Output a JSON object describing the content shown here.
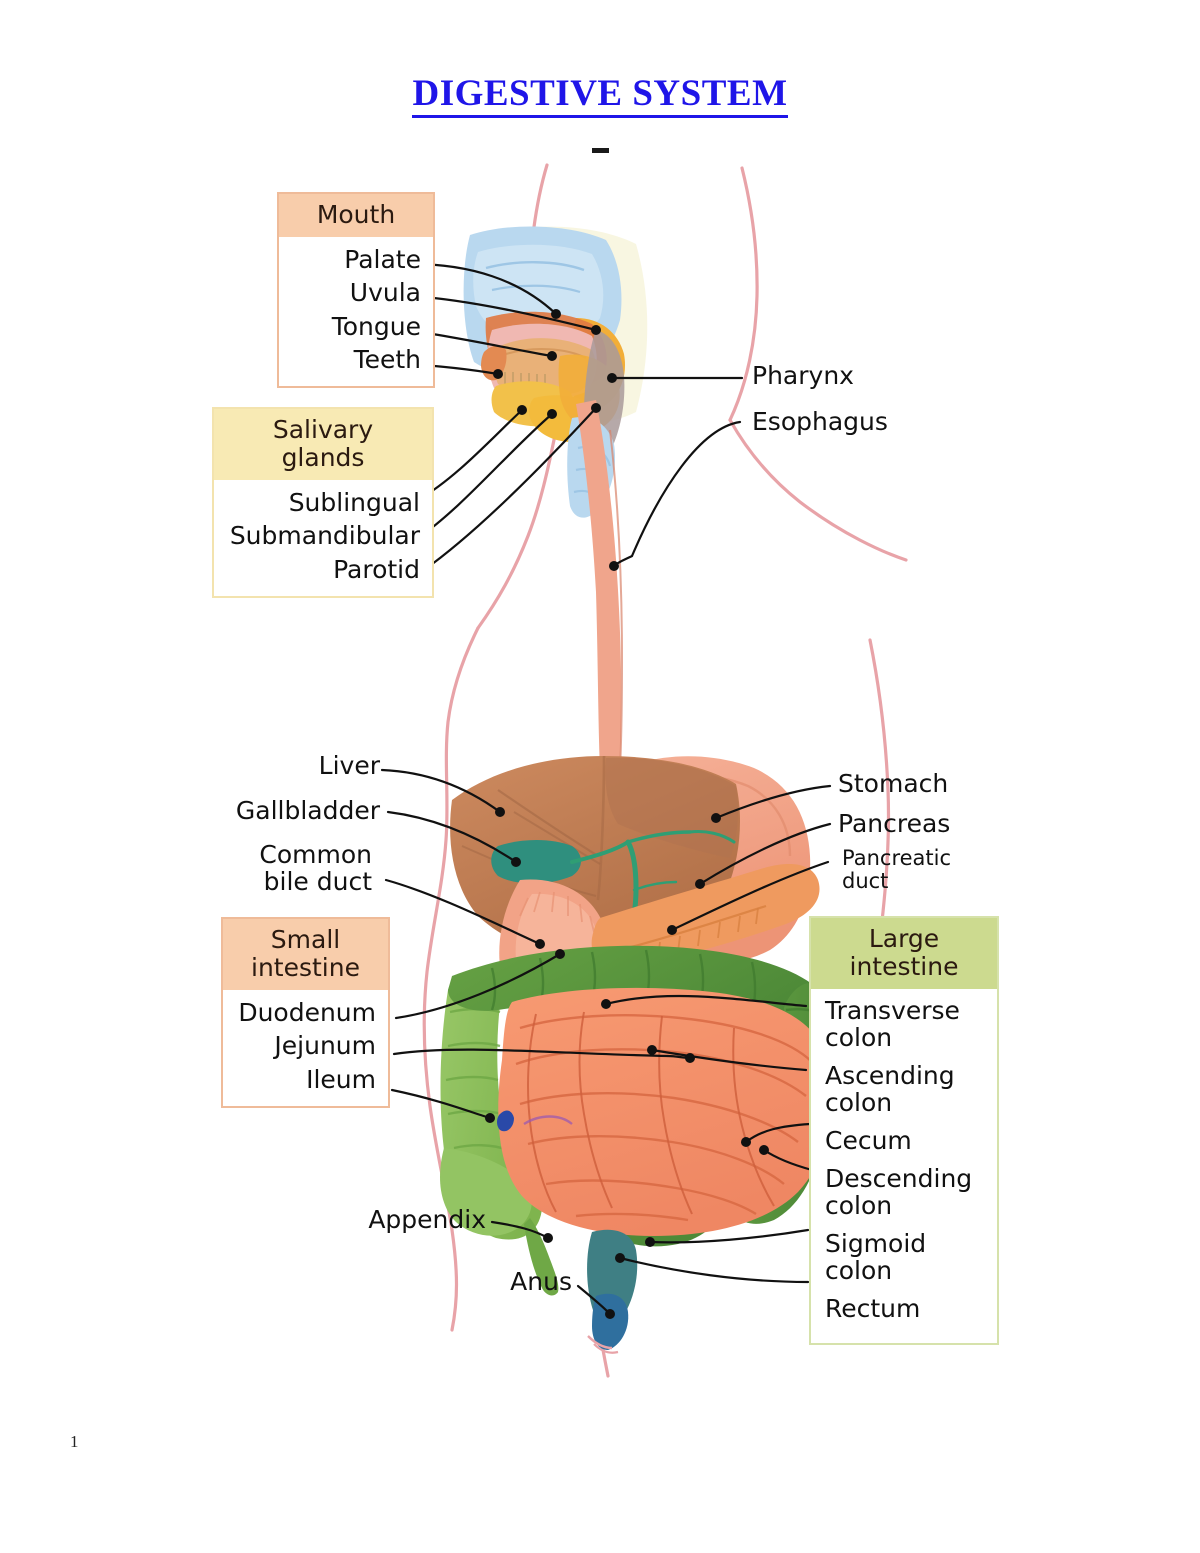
{
  "page": {
    "title": "DIGESTIVE SYSTEM",
    "page_number": "1",
    "title_color": "#1f15e8",
    "background": "#ffffff"
  },
  "boxes": {
    "mouth": {
      "header": "Mouth",
      "header_color": "#f8cdab",
      "items": [
        "Palate",
        "Uvula",
        "Tongue",
        "Teeth"
      ]
    },
    "salivary": {
      "header_line1": "Salivary",
      "header_line2": "glands",
      "header_color": "#f8eab4",
      "items": [
        "Sublingual",
        "Submandibular",
        "Parotid"
      ]
    },
    "small_intestine": {
      "header_line1": "Small",
      "header_line2": "intestine",
      "header_color": "#f8cdab",
      "items": [
        "Duodenum",
        "Jejunum",
        "Ileum"
      ]
    },
    "large_intestine": {
      "header_line1": "Large",
      "header_line2": "intestine",
      "header_color": "#ccda8f",
      "items": [
        {
          "line1": "Transverse",
          "line2": "colon"
        },
        {
          "line1": "Ascending",
          "line2": "colon"
        },
        {
          "line1": "Cecum",
          "line2": ""
        },
        {
          "line1": "Descending",
          "line2": "colon"
        },
        {
          "line1": "Sigmoid",
          "line2": "colon"
        },
        {
          "line1": "Rectum",
          "line2": ""
        }
      ]
    }
  },
  "labels": {
    "pharynx": "Pharynx",
    "esophagus": "Esophagus",
    "liver": "Liver",
    "gallbladder": "Gallbladder",
    "common_bile_duct_l1": "Common",
    "common_bile_duct_l2": "bile duct",
    "stomach": "Stomach",
    "pancreas": "Pancreas",
    "pancreatic_duct_l1": "Pancreatic",
    "pancreatic_duct_l2": "duct",
    "appendix": "Appendix",
    "anus": "Anus"
  },
  "colors": {
    "body_outline": "#e8a3a8",
    "esophagus": "#f0a58c",
    "liver": "#c07b52",
    "gallbladder": "#2f8f7e",
    "bile_duct": "#2f9e74",
    "stomach": "#f2a387",
    "pancreas": "#ef9a5f",
    "large_intestine_light": "#8cc05a",
    "large_intestine_dark": "#5a9340",
    "small_intestine": "#f4926c",
    "rectum": "#3f7f84",
    "anus": "#2f6f9e",
    "palate": "#b9d8ef",
    "tongue": "#e4a96a",
    "oral_cavity": "#f0b8b2",
    "leader_line": "#111111"
  }
}
